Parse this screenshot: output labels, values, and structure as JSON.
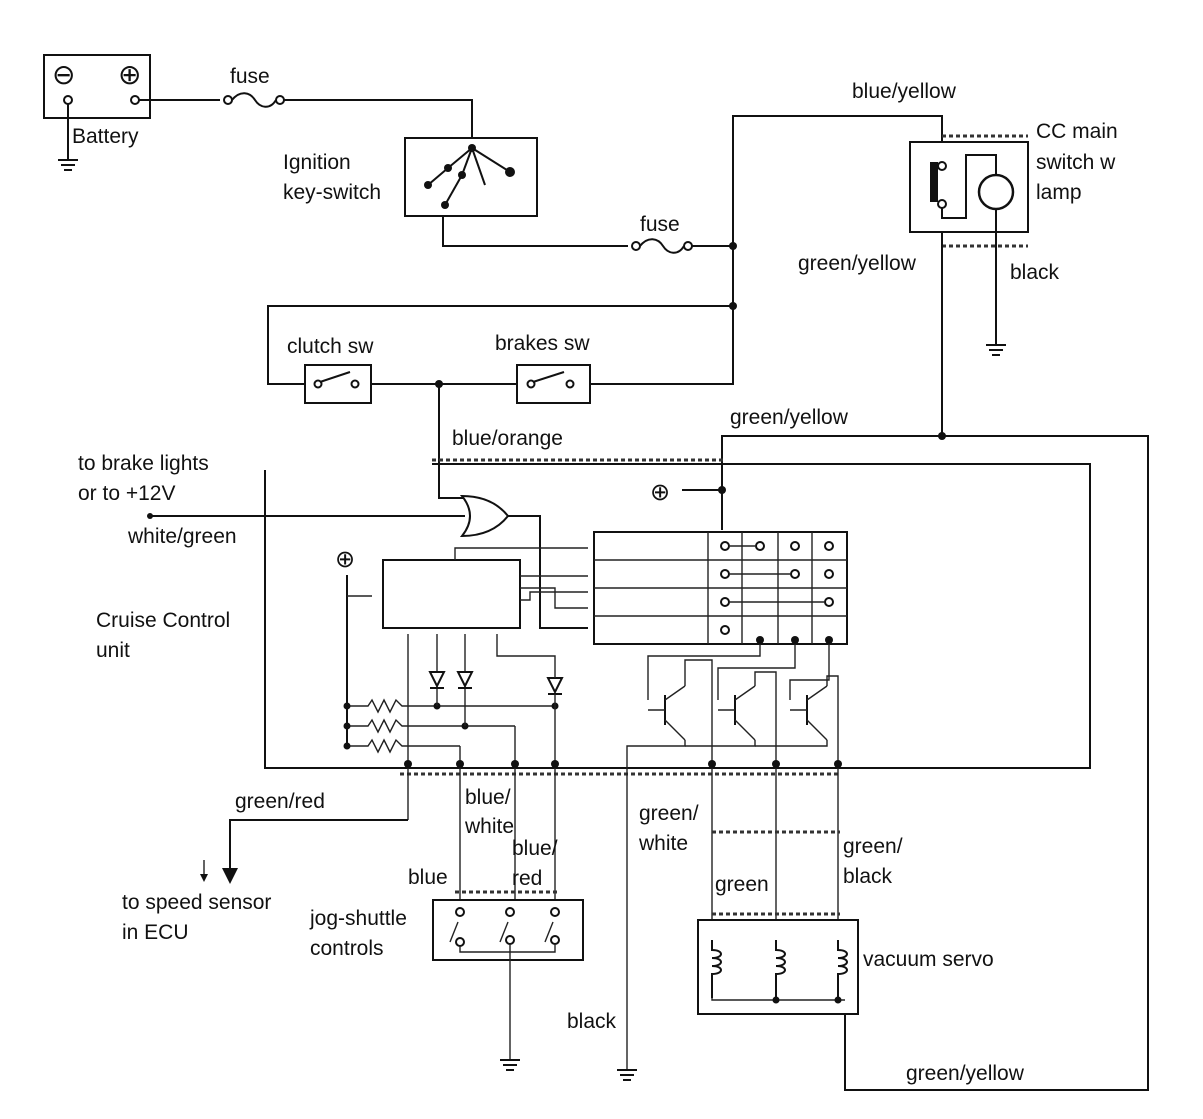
{
  "labels": {
    "battery": "Battery",
    "fuse_top": "fuse",
    "ignition_line1": "Ignition",
    "ignition_line2": "key-switch",
    "fuse_mid": "fuse",
    "blue_yellow": "blue/yellow",
    "cc_main_line1": "CC main",
    "cc_main_line2": "switch w",
    "cc_main_line3": "lamp",
    "green_yellow_top": "green/yellow",
    "black_top": "black",
    "clutch_sw": "clutch sw",
    "brakes_sw": "brakes sw",
    "green_yellow_mid": "green/yellow",
    "blue_orange": "blue/orange",
    "brake_lights_line1": "to brake lights",
    "brake_lights_line2": "or to +12V",
    "white_green": "white/green",
    "ccu_line1": "Cruise Control",
    "ccu_line2": "unit",
    "green_red": "green/red",
    "blue_white_line1": "blue/",
    "blue_white_line2": "white",
    "blue_red_line1": "blue/",
    "blue_red_line2": "red",
    "blue": "blue",
    "speed_line1": "to speed sensor",
    "speed_line2": "in ECU",
    "jog_line1": "jog-shuttle",
    "jog_line2": "controls",
    "green_white_line1": "green/",
    "green_white_line2": "white",
    "green": "green",
    "green_black_line1": "green/",
    "green_black_line2": "black",
    "vacuum_servo": "vacuum servo",
    "black_bottom": "black",
    "green_yellow_bottom": "green/yellow"
  },
  "icons": {
    "minus": "⊖",
    "plus": "⊕"
  }
}
